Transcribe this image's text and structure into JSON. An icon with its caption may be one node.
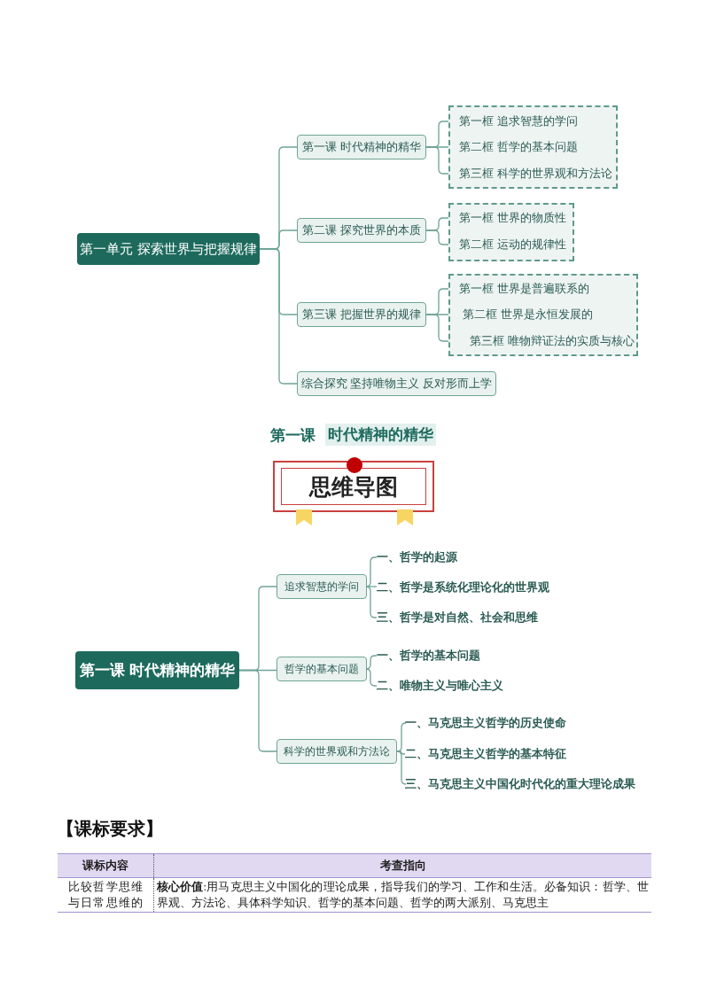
{
  "diagram": {
    "nodes": [
      {
        "text": [
          "第一单元 探索世界与把握规律"
        ]
      },
      {
        "text": [
          "第一课 时代精神的精华"
        ]
      },
      {
        "text": [
          "第二课 探究世界的本质"
        ]
      },
      {
        "text": [
          "第三课 把握世界的规律"
        ]
      },
      {
        "text": [
          "综合探究 坚持唯物主义 反对形而上学"
        ]
      },
      {
        "text": [],
        "shape": "box"
      },
      {
        "text": [
          "第一框 追求智慧的学问"
        ],
        "in": 5
      },
      {
        "text": [
          "第二框 哲学的基本问题"
        ],
        "in": 5
      },
      {
        "text": [
          "第三框 科学的世界观和方法论"
        ],
        "in": 5
      },
      {
        "text": [],
        "shape": "box"
      },
      {
        "text": [
          "第一框 世界的物质性"
        ],
        "in": 9
      },
      {
        "text": [
          "第二框 运动的规律性"
        ],
        "in": 9
      },
      {
        "text": [],
        "shape": "box"
      },
      {
        "text": [
          "第一框 世界是普遍联系的"
        ],
        "in": 12
      },
      {
        "text": [
          "第二框 世界是永恒发展的"
        ],
        "in": 12
      },
      {
        "text": [
          "第三框 唯物辩证法的实质与核心"
        ],
        "in": 12
      },
      {
        "text": [
          "思维导图"
        ]
      },
      {
        "text": [
          "第一课 时代精神的精华"
        ]
      },
      {
        "text": [
          "追求智慧的学问"
        ]
      },
      {
        "text": [
          "哲学的基本问题"
        ]
      },
      {
        "text": [
          "科学的世界观和方法论"
        ]
      },
      {
        "text": [
          "一、哲学的起源"
        ]
      },
      {
        "text": [
          "二、哲学是系统化理论化的世界观"
        ]
      },
      {
        "text": [
          "三、哲学是对自然、社会和思维"
        ]
      },
      {
        "text": [
          "一、哲学的基本问题"
        ]
      },
      {
        "text": [
          "二、唯物主义与唯心主义"
        ]
      },
      {
        "text": [
          "一、马克思主义哲学的历史使命"
        ]
      },
      {
        "text": [
          "二、马克思主义哲学的基本特征"
        ]
      },
      {
        "text": [
          "三、马克思主义中国化时代化的重大理论成果"
        ]
      }
    ],
    "edges": [
      {
        "from": 0,
        "to": 1,
        "arrow": "none"
      },
      {
        "from": 0,
        "to": 2,
        "arrow": "none"
      },
      {
        "from": 0,
        "to": 3,
        "arrow": "none"
      },
      {
        "from": 0,
        "to": 4,
        "arrow": "none"
      },
      {
        "from": 1,
        "to": 6,
        "arrow": "none"
      },
      {
        "from": 1,
        "to": 7,
        "arrow": "none"
      },
      {
        "from": 1,
        "to": 8,
        "arrow": "none"
      },
      {
        "from": 2,
        "to": 10,
        "arrow": "none"
      },
      {
        "from": 2,
        "to": 11,
        "arrow": "none"
      },
      {
        "from": 3,
        "to": 13,
        "arrow": "none"
      },
      {
        "from": 3,
        "to": 14,
        "arrow": "none"
      },
      {
        "from": 3,
        "to": 15,
        "arrow": "none"
      },
      {
        "from": 17,
        "to": 18,
        "arrow": "none"
      },
      {
        "from": 17,
        "to": 19,
        "arrow": "none"
      },
      {
        "from": 17,
        "to": 20,
        "arrow": "none"
      },
      {
        "from": 18,
        "to": 21,
        "arrow": "none"
      },
      {
        "from": 18,
        "to": 22,
        "arrow": "none"
      },
      {
        "from": 18,
        "to": 23,
        "arrow": "none"
      },
      {
        "from": 19,
        "to": 24,
        "arrow": "none"
      },
      {
        "from": 19,
        "to": 25,
        "arrow": "none"
      },
      {
        "from": 20,
        "to": 26,
        "arrow": "none"
      },
      {
        "from": 20,
        "to": 27,
        "arrow": "none"
      },
      {
        "from": 20,
        "to": 28,
        "arrow": "none"
      }
    ],
    "labels": [
      "第一课",
      "时代精神的精华",
      "【课标要求】",
      "课标内容",
      "考查指向",
      "比较哲学思维与日常思维的",
      "**核心价值**:用马克思主义中国化的理论成果，指导我们的学习、工作和生活。必备知识：哲学、世界观、方法论、具体科学知识、哲学的基本问题、哲学的两大派别、马克思主"
    ]
  }
}
